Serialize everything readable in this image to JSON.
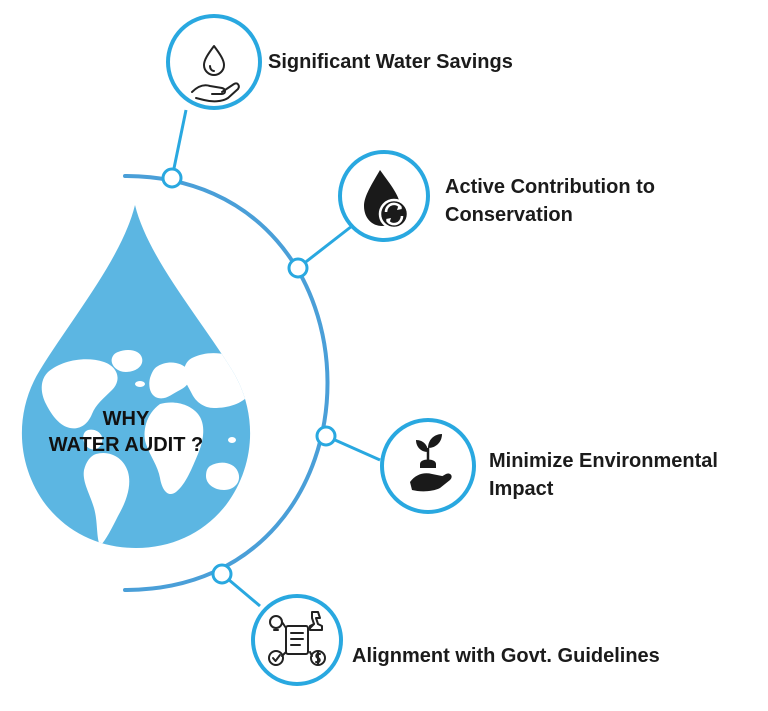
{
  "center": {
    "line1": "WHY",
    "line2": "WATER AUDIT ?"
  },
  "benefits": [
    {
      "lines": [
        "Significant Water Savings"
      ],
      "icon": "hand-water-drop-icon"
    },
    {
      "lines": [
        "Active Contribution to",
        "Conservation"
      ],
      "icon": "water-drop-recycle-icon"
    },
    {
      "lines": [
        "Minimize Environmental",
        "Impact"
      ],
      "icon": "hand-plant-icon"
    },
    {
      "lines": [
        "Alignment with Govt. Guidelines"
      ],
      "icon": "strategy-document-icon"
    }
  ],
  "colors": {
    "accent": "#29a8e0",
    "drop": "#5cb6e2",
    "globe": "#ffffff",
    "arc": "#4a9fd8",
    "text": "#1b1b1b"
  }
}
